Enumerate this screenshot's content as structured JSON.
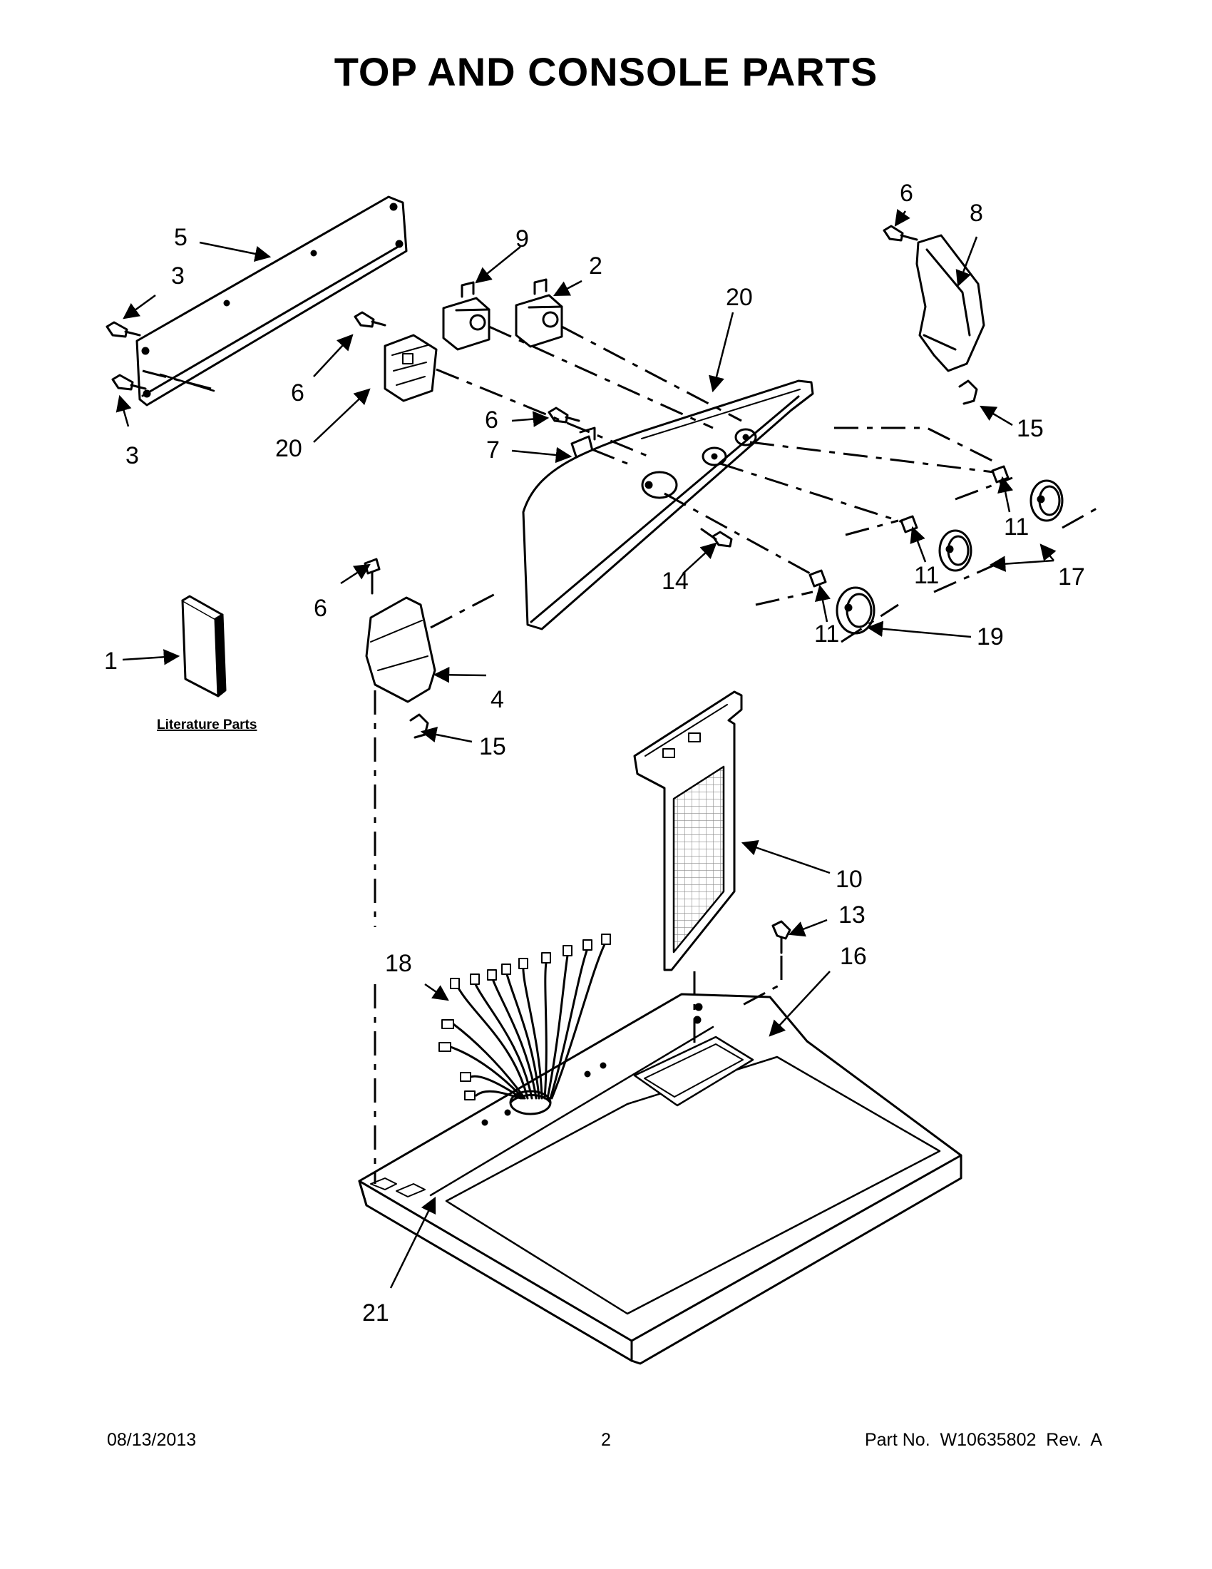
{
  "page": {
    "title": "TOP AND CONSOLE PARTS",
    "date": "08/13/2013",
    "page_number": "2",
    "part_number": "Part No.  W10635802  Rev.  A"
  },
  "literature_label": "Literature Parts",
  "callouts": {
    "c1": "1",
    "c2": "2",
    "c3a": "3",
    "c3b": "3",
    "c4": "4",
    "c5": "5",
    "c6a": "6",
    "c6b": "6",
    "c6c": "6",
    "c6d": "6",
    "c7": "7",
    "c8": "8",
    "c9": "9",
    "c10": "10",
    "c11a": "11",
    "c11b": "11",
    "c11c": "11",
    "c13": "13",
    "c14": "14",
    "c15a": "15",
    "c15b": "15",
    "c16": "16",
    "c17": "17",
    "c18": "18",
    "c19": "19",
    "c20a": "20",
    "c20b": "20",
    "c21": "21"
  },
  "colors": {
    "ink": "#000000",
    "paper": "#ffffff",
    "screen_mesh": "#8a8a8a"
  }
}
